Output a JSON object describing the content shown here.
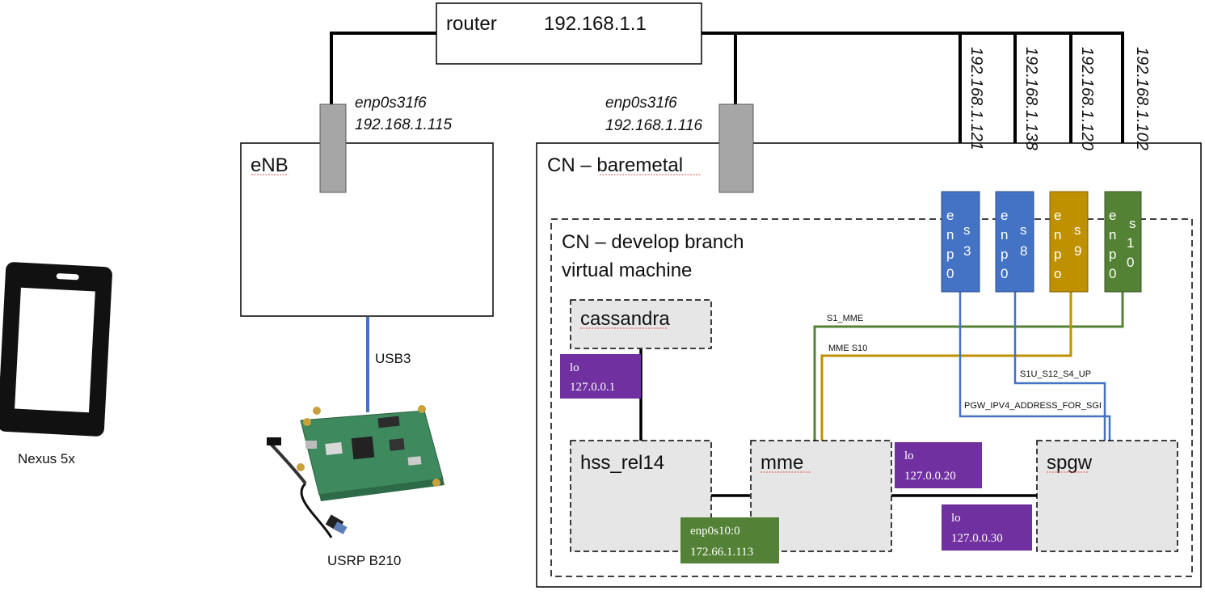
{
  "router": {
    "label": "router",
    "ip": "192.168.1.1"
  },
  "enb": {
    "label": "eNB",
    "iface_name": "enp0s31f6",
    "iface_ip": "192.168.1.115",
    "usb_label": "USB3",
    "sdr_label": "USRP B210"
  },
  "phone": {
    "label": "Nexus 5x"
  },
  "cn_baremetal": {
    "label": "CN – baremetal",
    "iface_name": "enp0s31f6",
    "iface_ip": "192.168.1.116"
  },
  "vm": {
    "label_line1": "CN – develop branch",
    "label_line2": "virtual machine"
  },
  "nics": [
    {
      "left": "enp0",
      "right": "s3",
      "ip": "192.168.1.121",
      "color": "#4472c4"
    },
    {
      "left": "enp0",
      "right": "s8",
      "ip": "192.168.1.138",
      "color": "#4472c4"
    },
    {
      "left": "enpo",
      "right": "s9",
      "ip": "192.168.1.120",
      "color": "#bf9000"
    },
    {
      "left": "enp0",
      "right": "s10",
      "ip": "192.168.1.102",
      "color": "#548235"
    }
  ],
  "link_labels": {
    "s1_mme": "S1_MME",
    "mme_s10": "MME S10",
    "s1u": "S1U_S12_S4_UP",
    "pgw": "PGW_IPV4_ADDRESS_FOR_SGI"
  },
  "services": {
    "cassandra": "cassandra",
    "hss": "hss_rel14",
    "mme": "mme",
    "spgw": "spgw"
  },
  "loopbacks": {
    "cassandra": {
      "name": "lo",
      "ip": "127.0.0.1"
    },
    "mme": {
      "name": "lo",
      "ip": "127.0.0.20"
    },
    "spgw": {
      "name": "lo",
      "ip": "127.0.0.30"
    }
  },
  "bridge_iface": {
    "name": "enp0s10:0",
    "ip": "172.66.1.113"
  },
  "colors": {
    "blue": "#4472c4",
    "gold": "#bf9000",
    "green": "#548235",
    "purple": "#7030a0",
    "green_box": "#538135",
    "gray_port": "#a6a6a6",
    "service_fill": "#e7e6e6"
  }
}
